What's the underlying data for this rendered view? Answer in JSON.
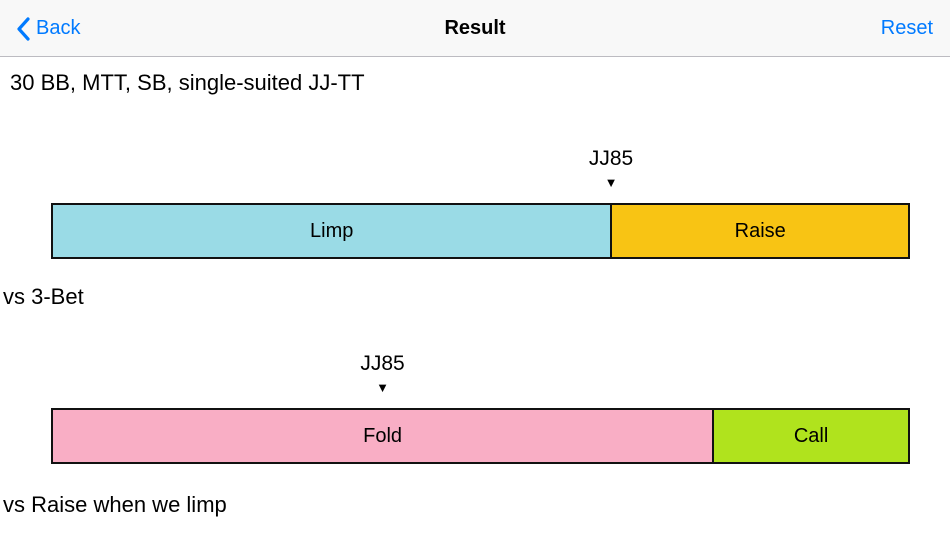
{
  "nav": {
    "back_label": "Back",
    "title": "Result",
    "reset_label": "Reset",
    "accent_color": "#007aff",
    "background_color": "#f8f8f8"
  },
  "subtitle": "30 BB, MTT, SB, single-suited JJ-TT",
  "chart_data": [
    {
      "type": "bar",
      "orientation": "horizontal-stacked",
      "title": "",
      "caption": "vs 3-Bet",
      "marker": {
        "label": "JJ85",
        "icon": "▼",
        "position_pct": 65.2
      },
      "segments": [
        {
          "label": "Limp",
          "value_pct": 65.2,
          "color": "#9adbe6"
        },
        {
          "label": "Raise",
          "value_pct": 34.8,
          "color": "#f8c414"
        }
      ],
      "border_color": "#111111"
    },
    {
      "type": "bar",
      "orientation": "horizontal-stacked",
      "title": "",
      "caption": "vs Raise when we limp",
      "marker": {
        "label": "JJ85",
        "icon": "▼",
        "position_pct": 38.6
      },
      "segments": [
        {
          "label": "Fold",
          "value_pct": 77.1,
          "color": "#f9aec5"
        },
        {
          "label": "Call",
          "value_pct": 22.9,
          "color": "#b0e31d"
        }
      ],
      "border_color": "#111111"
    }
  ]
}
